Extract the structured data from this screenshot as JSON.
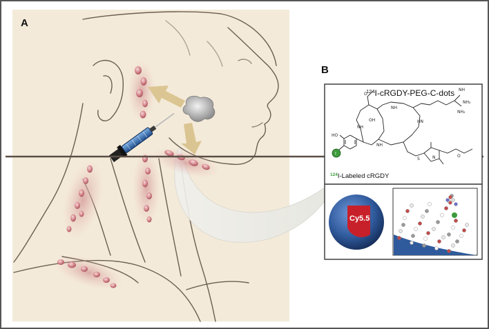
{
  "panels": {
    "a_label": "A",
    "b_label": "B"
  },
  "compound": {
    "title_sup": "124",
    "title_main": "I-cRGDY-PEG-C-dots",
    "labeled_sup": "124",
    "labeled_main": "I-Labeled cRGDY",
    "core_label": "Cy5.5",
    "atoms": {
      "ho": "HO",
      "o1": "O",
      "oh": "OH",
      "nh_a": "NH",
      "nh_b": "NH",
      "nh_c": "NH",
      "hn": "HN",
      "nh_top": "NH",
      "nh2_a": "NH₂",
      "nh2_b": "NH₂",
      "n_ring": "N",
      "s": "S",
      "o_chain": "O",
      "iodine_marker": "I"
    }
  },
  "colors": {
    "skin_bg": "#f4ead9",
    "lymph_node": "#d98d93",
    "node_halo": "#d9a5a3",
    "arrow": "#d8c28b",
    "core_red": "#c8202a",
    "shell_blue": "#2f5a9c",
    "iodine_green": "#3f9a3c",
    "frame": "#555555"
  }
}
